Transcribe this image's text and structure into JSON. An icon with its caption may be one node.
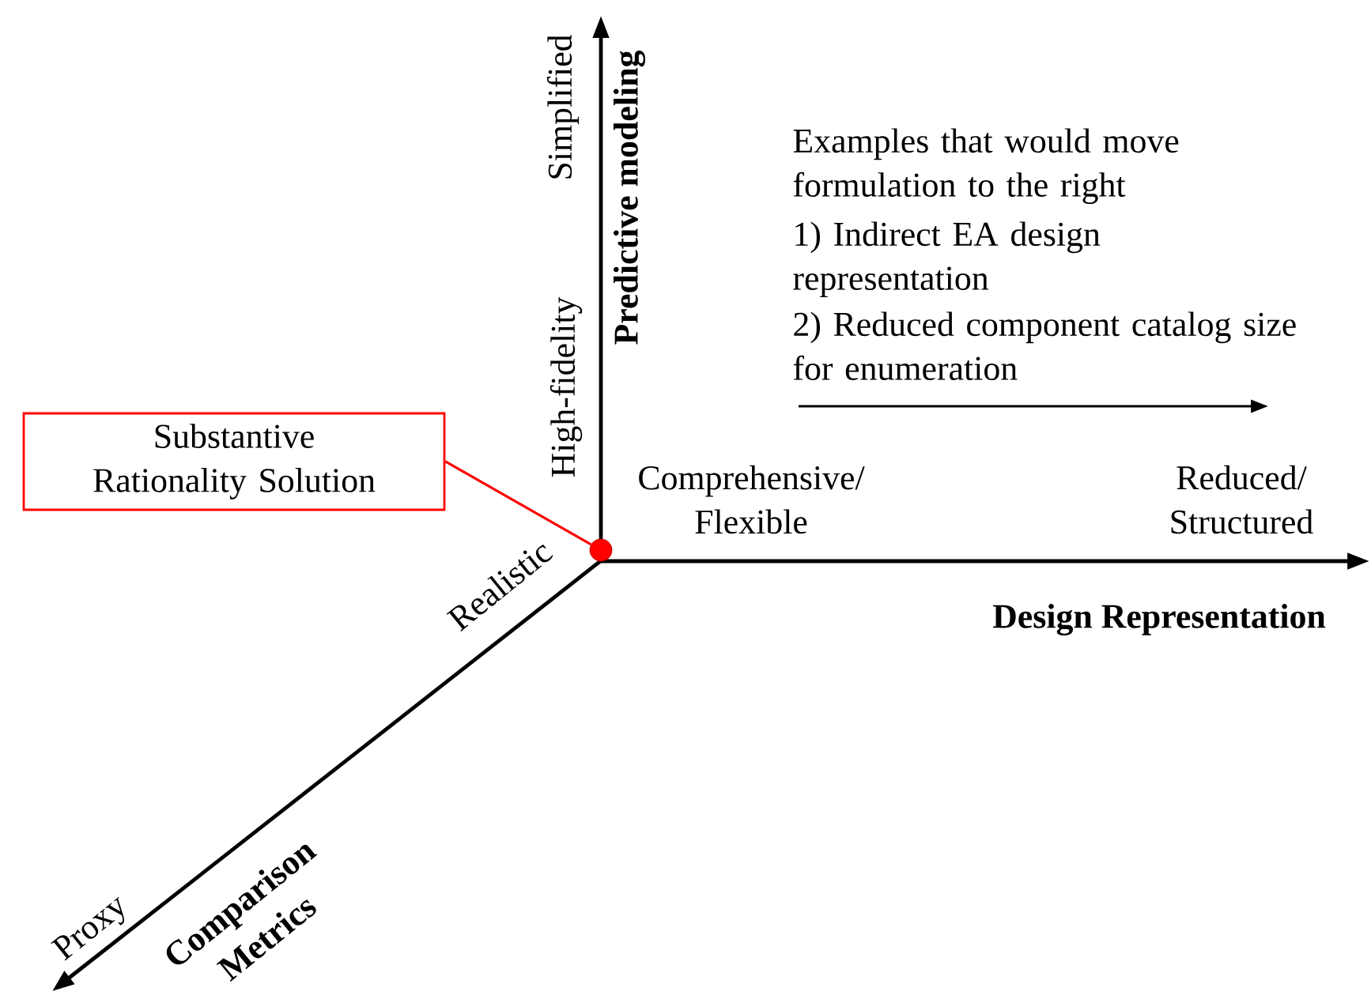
{
  "diagram": {
    "nodes": [
      {
        "text": [
          "Substantive Rationality Solution"
        ]
      },
      {
        "text": [],
        "shape": "circle"
      }
    ],
    "edges": [
      {
        "from": 0,
        "to": 1,
        "arrow": "none",
        "color": "#ff0000"
      }
    ],
    "labels": [
      "Simplified",
      "Predictive modeling",
      "High-fidelity",
      "Examples that would move formulation to the right",
      "1) Indirect EA design representation",
      "2) Reduced component catalog size for enumeration",
      "Comprehensive/ Flexible",
      "Reduced/ Structured",
      "Design Representation",
      "Realistic",
      "Proxy",
      "Comparison Metrics"
    ]
  }
}
